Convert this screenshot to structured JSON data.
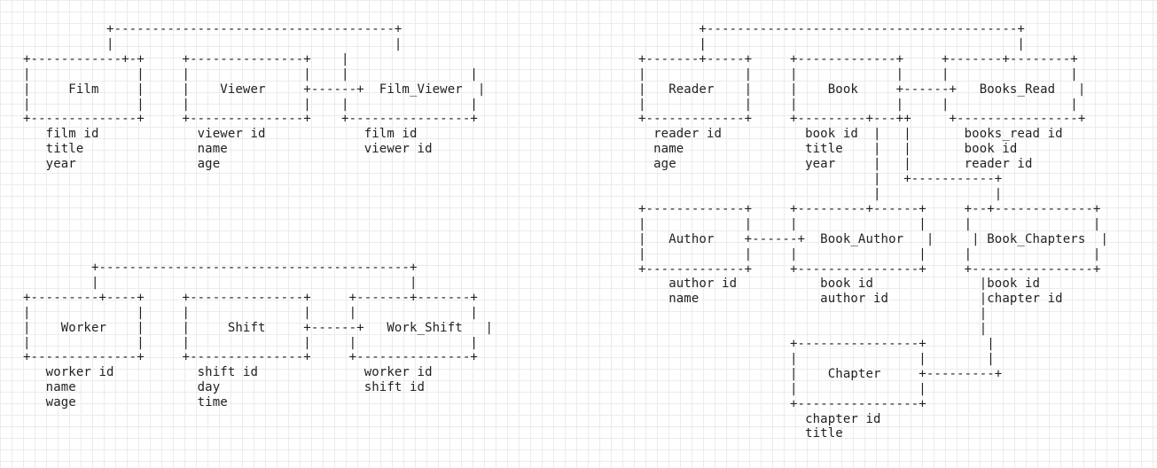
{
  "diagrams": {
    "films": {
      "art": "           +-------------------------------------+\n           |                                     |\n+------------+-+     +---------------+    |\n|              |     |               |    |                |\n|     Film     |     |    Viewer     +------+  Film_Viewer  |\n|              |     |               |    |                |\n+--------------+     +---------------+    +----------------+\n   film id             viewer id             film id\n   title               name                  viewer id\n   year                age"
    },
    "workers": {
      "art": "         +-----------------------------------------+\n         |                                         |\n+---------+----+     +---------------+     +-------+-------+\n|              |     |               |     |               |\n|    Worker    |     |     Shift     +------+   Work_Shift   |\n|              |     |               |     |               |\n+--------------+     +---------------+     +---------------+\n   worker id           shift id              worker id\n   name                day                   shift id\n   wage                time"
    },
    "books": {
      "art": "        +-----------------------------------------+\n        |                                         |\n+-------+-----+     +-------------+     +-------+--------+\n|             |     |             |     |                |\n|   Reader    |     |    Book     +------+   Books_Read   |\n|             |     |             |     |                |\n+-------------+     +---------+---++     +----------------+\n  reader id           book id  |   |       books_read id\n  name                title    |   |       book id\n  age                 year     |   |       reader id\n                               |   +-----------+\n                               |               |\n+-------------+     +---------+------+     +--+-------------+\n|             |     |                |     |                |\n|   Author    +------+  Book_Author   |     | Book_Chapters  |\n|             |     |                |     |                |\n+-------------+     +----------------+     +----------------+\n    author id           book id              |book id\n    name                author id            |chapter id\n                                             |\n                                             |\n                    +----------------+        |\n                    |                |        |\n                    |    Chapter     +---------+\n                    |                |\n                    +----------------+\n                      chapter id\n                      title"
    }
  }
}
